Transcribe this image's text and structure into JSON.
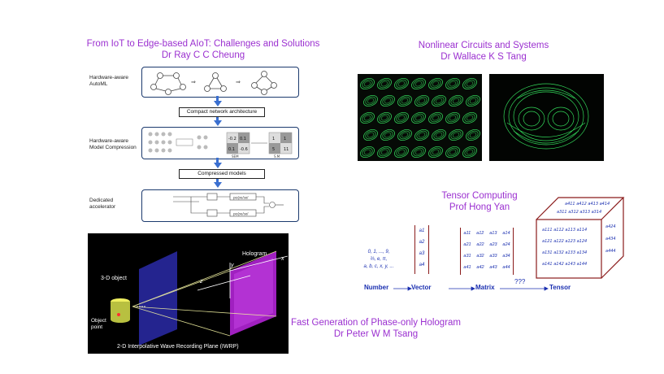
{
  "slide": {
    "iot": {
      "title": "From IoT to Edge-based AIoT: Challenges and Solutions",
      "presenter": "Dr Ray C C Cheung",
      "labels": {
        "automl": "Hardware-aware AutoML",
        "compression": "Hardware-aware Model Compression",
        "accelerator": "Dedicated accelerator"
      },
      "boxes": {
        "compact": "Compact network architecture",
        "compressed": "Compressed models"
      },
      "matrix_values": [
        "-0.2",
        "0.1",
        "0.1",
        "-0.6"
      ],
      "matrix_out": [
        "1",
        "1",
        "5",
        "11"
      ],
      "matrix_captions": [
        "SEM",
        "S.M."
      ],
      "pe_label": "pe/pe/sel"
    },
    "nonlinear": {
      "title": "Nonlinear Circuits and Systems",
      "presenter": "Dr Wallace K S Tang",
      "colors": {
        "glow": "#3cff6a",
        "bg": "#050805"
      }
    },
    "tensor": {
      "title": "Tensor Computing",
      "presenter": "Prof Hong Yan",
      "number_lines": [
        "0, 1, ..., 9,",
        "⅔, e, π,",
        "a, b, c, x, y, ..."
      ],
      "vector": [
        "a1",
        "a2",
        "a3",
        "a4"
      ],
      "matrix": [
        [
          "a11",
          "a12",
          "a13",
          "a14"
        ],
        [
          "a21",
          "a22",
          "a23",
          "a24"
        ],
        [
          "a31",
          "a32",
          "a33",
          "a34"
        ],
        [
          "a41",
          "a42",
          "a43",
          "a44"
        ]
      ],
      "steps": [
        "Number",
        "Vector",
        "Matrix",
        "Tensor"
      ],
      "unknown": "???"
    },
    "hologram": {
      "title": "Fast Generation of Phase-only Hologram",
      "presenter": "Dr Peter W M Tsang",
      "labels": {
        "object": "3-D object",
        "hologram": "Hologram",
        "point": "Object point",
        "plane": "2-D Interpolative Wave Recording Plane (IWRP)",
        "x": "x",
        "y": "y",
        "z": "z"
      }
    }
  }
}
